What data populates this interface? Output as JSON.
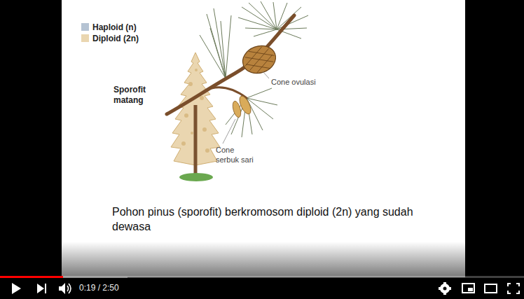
{
  "diagram": {
    "caption": "Pohon pinus (sporofit) berkromosom diploid (2n) yang sudah dewasa",
    "labels": [
      "Sporofit matang",
      "Cone ovulasi",
      "Cone serbuk sari",
      "0:19 / 2:50"
    ],
    "legend": [
      {
        "text": "Haploid (n)",
        "color": "#b5c3d3"
      },
      {
        "text": "Diploid (2n)",
        "color": "#ead6b0"
      }
    ]
  }
}
